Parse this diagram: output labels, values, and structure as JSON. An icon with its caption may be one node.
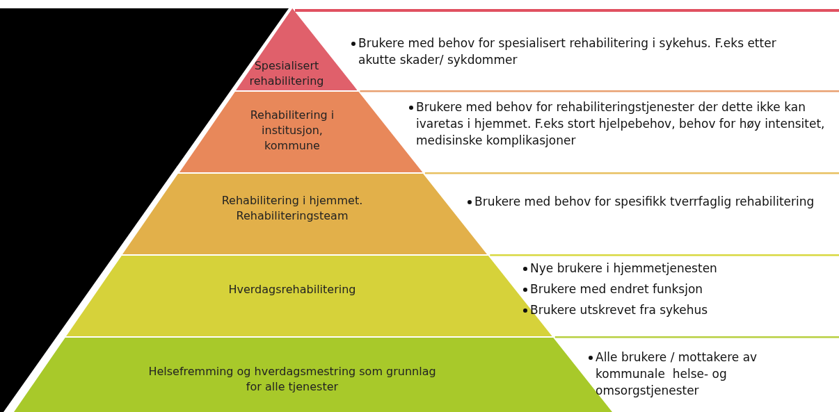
{
  "diagram": {
    "nodes": [
      {
        "text": [
          "Spesialisert rehabilitering"
        ],
        "beside": [
          "Brukere med behov for spesialisert rehabilitering i sykehus. F.eks etter akutte skader/ sykdommer"
        ]
      },
      {
        "text": [
          "Rehabilitering i institusjon, kommune"
        ],
        "beside": [
          "Brukere med behov for rehabiliteringstjenester der dette ikke kan ivaretas i hjemmet. F.eks stort hjelpebehov, behov for høy intensitet, medisinske komplikasjoner"
        ]
      },
      {
        "text": [
          "Rehabilitering i hjemmet. Rehabiliteringsteam"
        ],
        "beside": [
          "Brukere med behov for spesifikk tverrfaglig rehabilitering"
        ]
      },
      {
        "text": [
          "Hverdagsrehabilitering"
        ],
        "beside": [
          "Nye brukere i hjemmetjenesten",
          "Brukere med endret funksjon",
          "Brukere utskrevet fra sykehus"
        ]
      },
      {
        "text": [
          "Helsefremming og hverdagsmestring som grunnlag for alle tjenester"
        ],
        "beside": [
          "Alle brukere / mottakere av kommunale  helse- og omsorgstjenester"
        ]
      }
    ]
  }
}
